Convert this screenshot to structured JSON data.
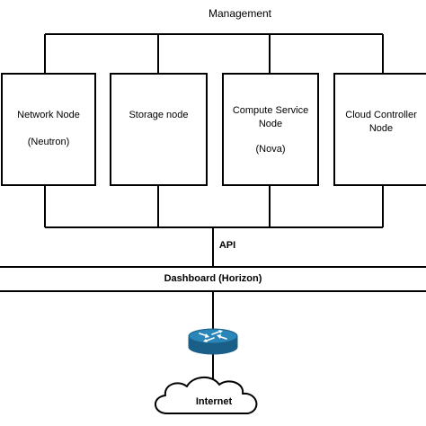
{
  "diagram": {
    "management_label": "Management",
    "api_label": "API",
    "dashboard_label": "Dashboard (Horizon)",
    "internet_label": "Internet",
    "nodes": [
      {
        "line1": "Network Node",
        "line2": "",
        "line3": "(Neutron)"
      },
      {
        "line1": "Storage node",
        "line2": "",
        "line3": ""
      },
      {
        "line1": "Compute Service",
        "line2": "Node",
        "line3": "(Nova)"
      },
      {
        "line1": "Cloud Controller",
        "line2": "Node",
        "line3": ""
      }
    ],
    "colors": {
      "line": "#000000",
      "router_fill": "#1f6e9c",
      "router_top": "#2a85b8",
      "router_symbol": "#ffffff"
    },
    "icons": {
      "router": "router-icon",
      "cloud": "cloud-icon"
    }
  }
}
